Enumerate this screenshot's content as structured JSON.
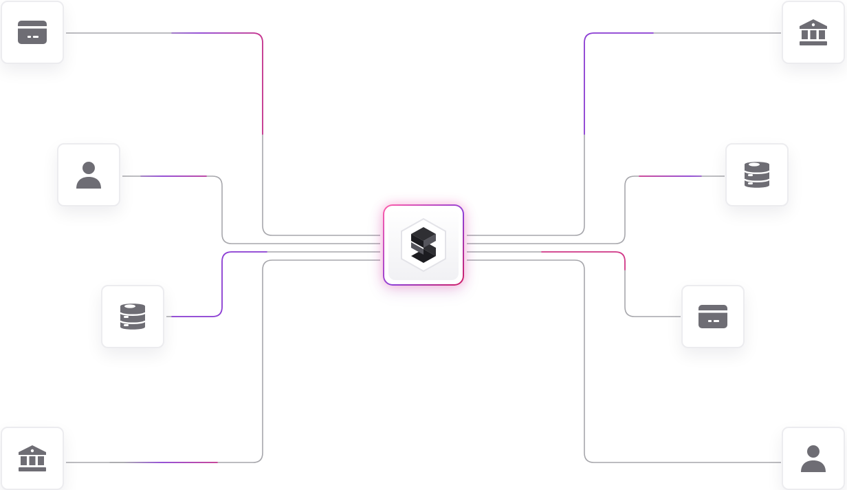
{
  "diagram": {
    "hub_icon": "hexagon-s-logo",
    "colors": {
      "wire": "#a6a6ab",
      "accent_purple": "#8e3fd6",
      "accent_pink": "#e0358f",
      "icon_fill": "#6e6d74",
      "node_border": "#ececef"
    },
    "nodes": [
      {
        "side": "left",
        "icon": "card-icon"
      },
      {
        "side": "left",
        "icon": "user-icon"
      },
      {
        "side": "left",
        "icon": "database-icon"
      },
      {
        "side": "left",
        "icon": "bank-icon"
      },
      {
        "side": "right",
        "icon": "bank-icon"
      },
      {
        "side": "right",
        "icon": "database-icon"
      },
      {
        "side": "right",
        "icon": "card-icon"
      },
      {
        "side": "right",
        "icon": "user-icon"
      }
    ]
  }
}
